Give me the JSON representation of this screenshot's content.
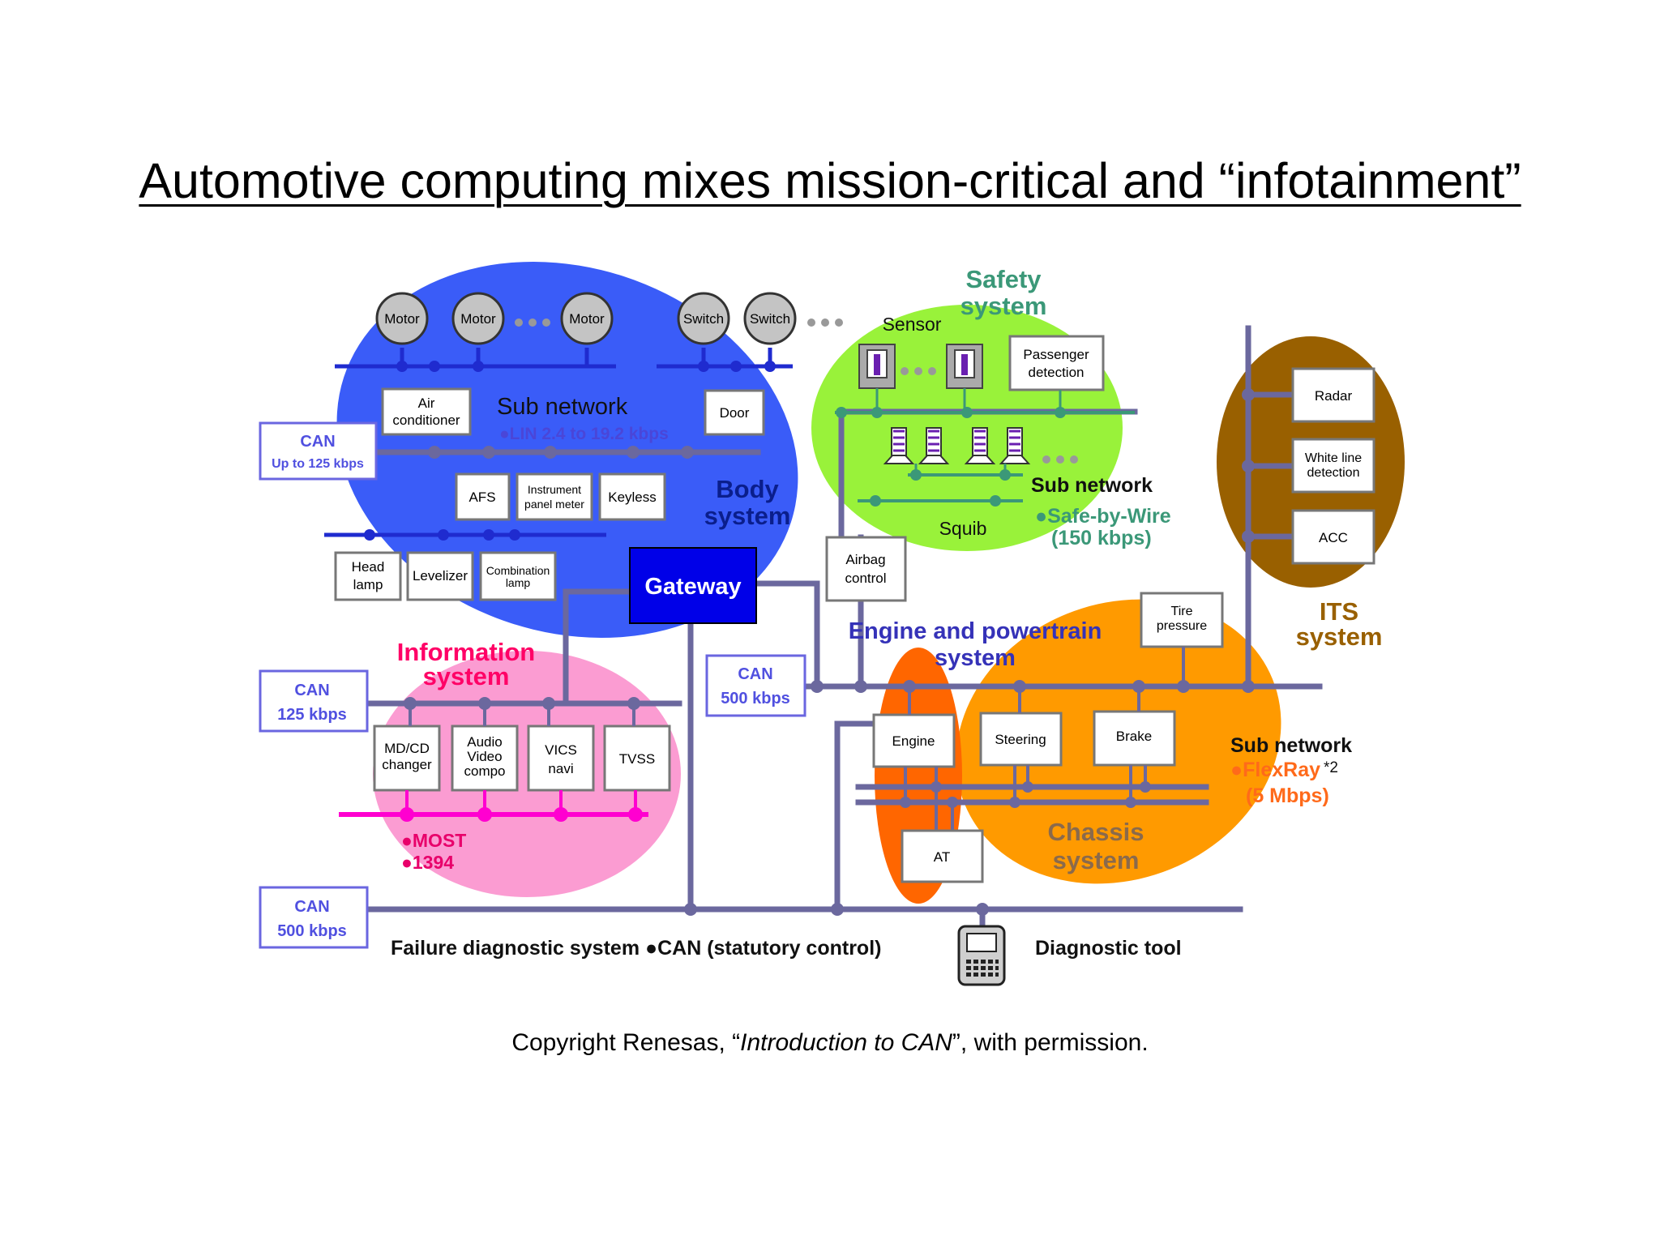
{
  "title": "Automotive computing mixes mission-critical and “infotainment”",
  "credit": {
    "before": "Copyright Renesas, “",
    "italic": "Introduction to CAN",
    "after": "”, with permission."
  },
  "colors": {
    "body_system": "#3a5cf8",
    "safety_system": "#99f23a",
    "its_system": "#996000",
    "information_system": "#fb9cd2",
    "chassis_system": "#ff9a00",
    "engine_system": "#ff6600",
    "bus_line": "#6b689e",
    "gateway": "#0000e8",
    "can_label": "#5050e0"
  },
  "body": {
    "label1": "Body",
    "label2": "system",
    "subnetwork": "Sub network",
    "lin": "●LIN 2.4 to 19.2 kbps",
    "motors": [
      "Motor",
      "Motor",
      "Motor"
    ],
    "switches": [
      "Switch",
      "Switch"
    ],
    "aircon1": "Air",
    "aircon2": "conditioner",
    "door": "Door",
    "afs": "AFS",
    "instrument1": "Instrument",
    "instrument2": "panel meter",
    "keyless": "Keyless",
    "headlamp1": "Head",
    "headlamp2": "lamp",
    "levelizer": "Levelizer",
    "combination1": "Combination",
    "combination2": "lamp"
  },
  "gateway": "Gateway",
  "can_boxes": {
    "body": {
      "line1": "CAN",
      "line2": "Up to 125 kbps"
    },
    "info": {
      "line1": "CAN",
      "line2": "125 kbps"
    },
    "engine": {
      "line1": "CAN",
      "line2": "500 kbps"
    },
    "diag": {
      "line1": "CAN",
      "line2": "500 kbps"
    }
  },
  "safety": {
    "label1": "Safety",
    "label2": "system",
    "sensor": "Sensor",
    "passenger1": "Passenger",
    "passenger2": "detection",
    "subnetwork": "Sub network",
    "sbw1": "●Safe-by-Wire",
    "sbw2": "(150 kbps)",
    "squib": "Squib",
    "airbag1": "Airbag",
    "airbag2": "control"
  },
  "its": {
    "label1": "ITS",
    "label2": "system",
    "radar": "Radar",
    "whiteline1": "White line",
    "whiteline2": "detection",
    "acc": "ACC"
  },
  "information": {
    "label1": "Information",
    "label2": "system",
    "mdcd1": "MD/CD",
    "mdcd2": "changer",
    "av1": "Audio",
    "av2": "Video",
    "av3": "compo",
    "vics1": "VICS",
    "vics2": "navi",
    "tvss": "TVSS",
    "most": "●MOST",
    "ieee": "●1394"
  },
  "engine": {
    "label1": "Engine and powertrain",
    "label2": "system",
    "engine": "Engine",
    "steering": "Steering",
    "brake": "Brake",
    "at": "AT",
    "tire1": "Tire",
    "tire2": "pressure"
  },
  "chassis": {
    "label1": "Chassis",
    "label2": "system",
    "subnetwork": "Sub network",
    "flexray_dot": "●",
    "flexray": "FlexRay",
    "flexray_note": "*2",
    "flexray_speed": "(5 Mbps)"
  },
  "diagnostic": {
    "failure": "Failure diagnostic system ●CAN (statutory control)",
    "tool": "Diagnostic tool"
  }
}
